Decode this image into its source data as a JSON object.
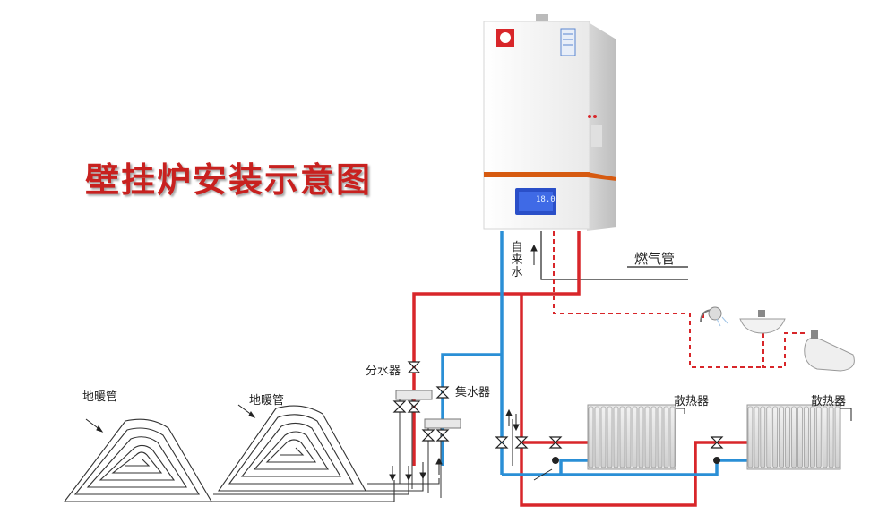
{
  "title": "壁挂炉安装示意图",
  "labels": {
    "tap_water": "自来水",
    "gas_pipe": "燃气管",
    "distributor": "分水器",
    "collector": "集水器",
    "floor_heating_1": "地暖管",
    "floor_heating_2": "地暖管",
    "radiator_1": "散热器",
    "radiator_2": "散热器"
  },
  "boiler": {
    "display_reading": "18.0"
  },
  "colors": {
    "hot": "#d8262a",
    "cold": "#2a8fd6",
    "title": "#c8211f",
    "boiler_body": "#f4f4f4",
    "boiler_accent": "#ec6a18",
    "display": "#2a4fc8"
  },
  "icons": [
    "boiler-icon",
    "shower-icon",
    "sink-icon",
    "bathtub-icon",
    "radiator-icon",
    "valve-icon",
    "floor-coil-icon"
  ]
}
